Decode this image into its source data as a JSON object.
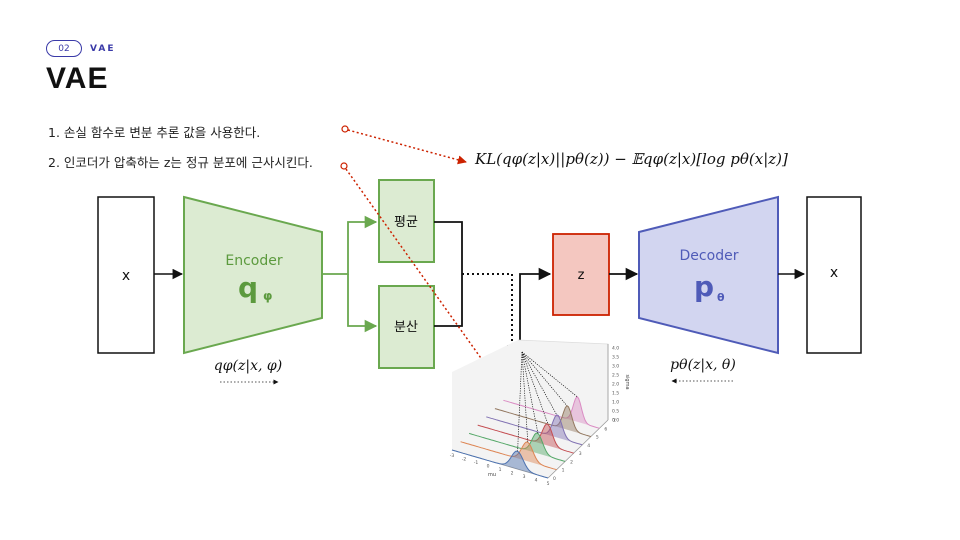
{
  "header": {
    "badge": "02",
    "section": "VAE",
    "title": "VAE"
  },
  "bullets": [
    "1. 손실 함수로 변분 추론 값을 사용한다.",
    "2. 인코더가 압축하는 z는 정규 분포에 근사시킨다."
  ],
  "formula": "KL(qφ(z|x)||pθ(z)) − 𝔼qφ(z|x)[log pθ(x|z)]",
  "diagram": {
    "input_label": "x",
    "encoder": {
      "title": "Encoder",
      "symbol": "q",
      "subscript": "φ",
      "color": "#6aa84f"
    },
    "mean_label": "평균",
    "variance_label": "분산",
    "z_label": "z",
    "decoder": {
      "title": "Decoder",
      "symbol": "p",
      "subscript": "θ",
      "color": "#4f5bb8"
    },
    "output_label": "x",
    "encoder_formula": "qφ(z|x, φ)",
    "decoder_formula": "pθ(z|x, θ)",
    "accent_color": "#cc2200"
  },
  "plot3d": {
    "x_ticks": [
      "-3",
      "-2",
      "-1",
      "0",
      "1",
      "2",
      "3",
      "4",
      "5"
    ],
    "depth_ticks": [
      "0",
      "1",
      "2",
      "3",
      "4",
      "5",
      "6",
      "7"
    ],
    "z_ticks": [
      "0.0",
      "0.5",
      "1.0",
      "1.5",
      "2.0",
      "2.5",
      "3.0",
      "3.5",
      "4.0"
    ],
    "x_axis_label": "mu",
    "z_axis_label": "sigma",
    "series_colors": [
      "#4c72b0",
      "#dd8452",
      "#55a868",
      "#c44e52",
      "#8172b3",
      "#937860",
      "#da8bc3"
    ]
  }
}
